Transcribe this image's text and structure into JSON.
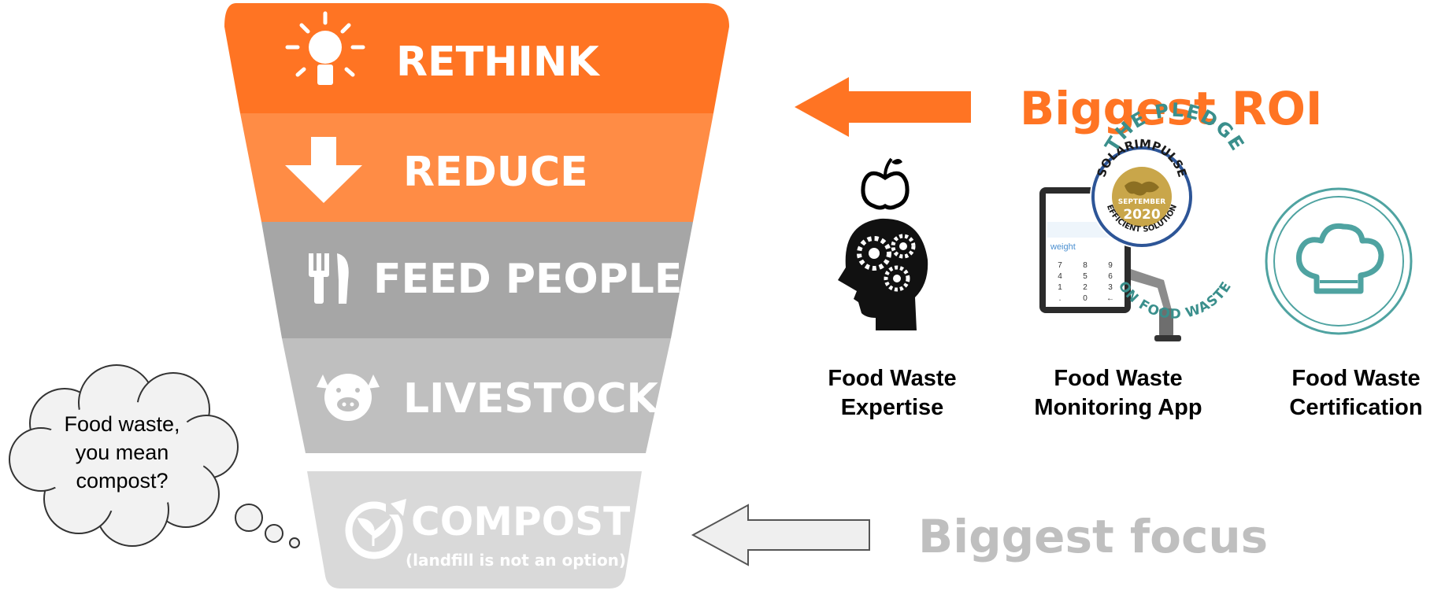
{
  "colors": {
    "orange_dark": "#FF7423",
    "orange_light": "#FF8C45",
    "gray_dark": "#A6A6A6",
    "gray_mid": "#BFBFBF",
    "gray_light": "#D9D9D9",
    "text_gray": "#BFBFBF",
    "white": "#FFFFFF"
  },
  "hierarchy": [
    {
      "label": "RETHINK",
      "icon": "lightbulb-icon"
    },
    {
      "label": "REDUCE",
      "icon": "down-arrow-icon"
    },
    {
      "label": "FEED PEOPLE",
      "icon": "fork-knife-icon"
    },
    {
      "label": "LIVESTOCK",
      "icon": "pig-icon"
    },
    {
      "label": "COMPOST",
      "sublabel": "(landfill is not an option)",
      "icon": "compost-icon"
    }
  ],
  "callouts": {
    "top": "Biggest ROI",
    "bottom": "Biggest focus"
  },
  "tools": [
    {
      "line1": "Food Waste",
      "line2": "Expertise",
      "icon": "head-gears-icon"
    },
    {
      "line1": "Food Waste",
      "line2": "Monitoring App",
      "icon": "tablet-scale-icon"
    },
    {
      "line1": "Food Waste",
      "line2": "Certification",
      "icon": "pledge-seal-icon"
    }
  ],
  "badge": {
    "arc_top": "SOLARIMPULSE",
    "month": "SEPTEMBER",
    "year": "2020",
    "arc_bottom": "EFFICIENT SOLUTION"
  },
  "app_screen": {
    "field": "weight",
    "keys": [
      "7",
      "8",
      "9",
      "4",
      "5",
      "6",
      "1",
      "2",
      "3",
      ".",
      "0",
      "←"
    ]
  },
  "pledge": {
    "arc_top": "THE PLEDGE",
    "arc_bottom": "ON FOOD WASTE"
  },
  "thought": {
    "lines": [
      "Food waste,",
      "you mean",
      "compost?"
    ]
  }
}
